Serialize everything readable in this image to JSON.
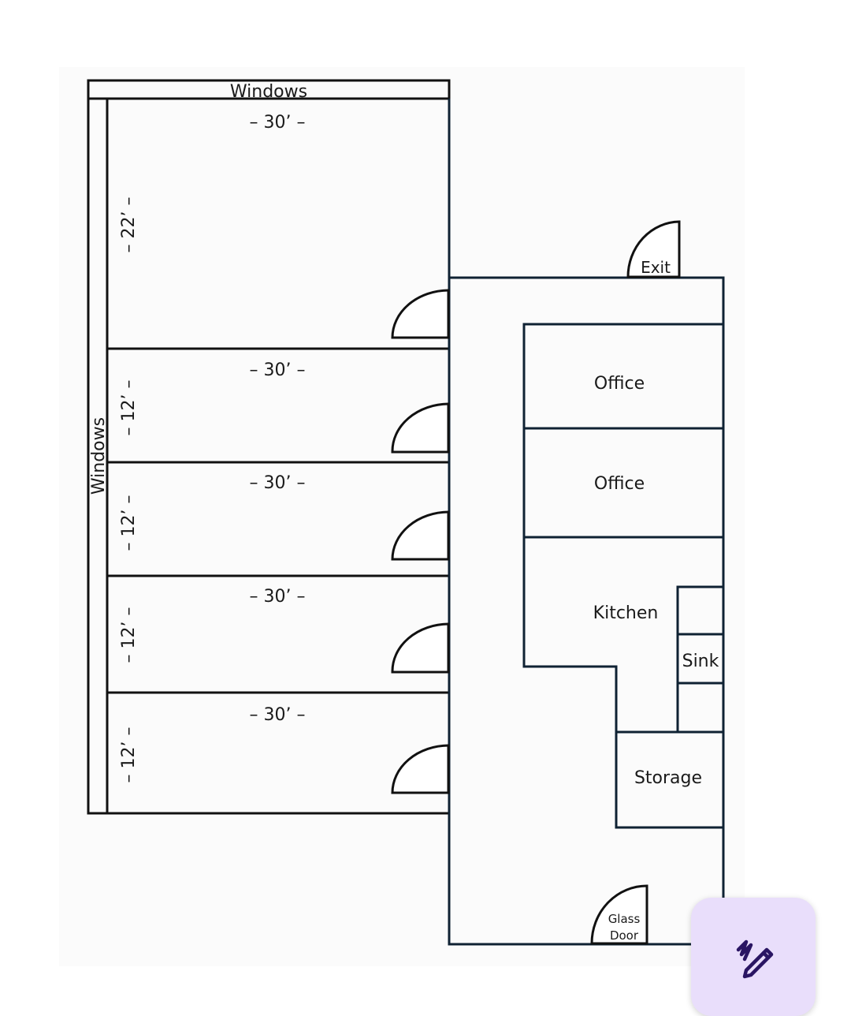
{
  "floor_plan": {
    "windows_top": "Windows",
    "windows_side": "Windows",
    "rooms": [
      {
        "width": "– 30’ –",
        "depth": "– 22’ –"
      },
      {
        "width": "– 30’ –",
        "depth": "– 12’ –"
      },
      {
        "width": "– 30’ –",
        "depth": "– 12’ –"
      },
      {
        "width": "– 30’ –",
        "depth": "– 12’ –"
      },
      {
        "width": "– 30’ –",
        "depth": "– 12’ –"
      }
    ],
    "office_1": "Office",
    "office_2": "Office",
    "kitchen": "Kitchen",
    "sink": "Sink",
    "storage": "Storage",
    "exit": "Exit",
    "glass_door_line1": "Glass",
    "glass_door_line2": "Door"
  },
  "colors": {
    "wall": "#0f2233",
    "fab_background": "#e9defb",
    "fab_icon": "#2a1563"
  },
  "fab": {
    "icon": "edit-pen-icon"
  }
}
